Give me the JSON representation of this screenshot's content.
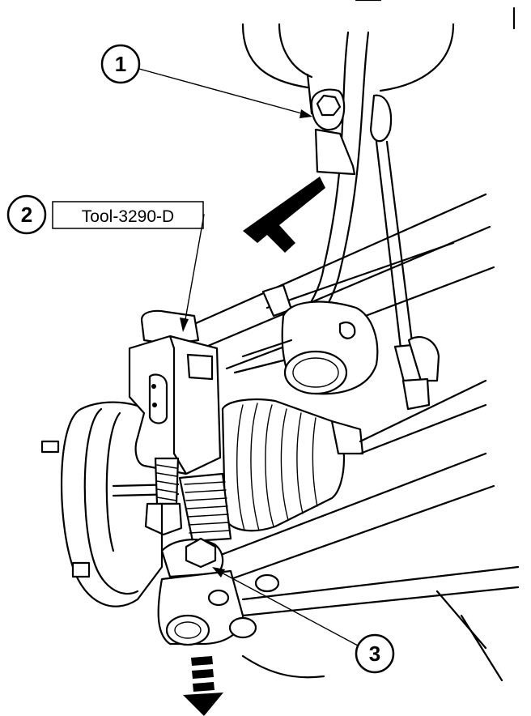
{
  "callouts": [
    {
      "number": "1"
    },
    {
      "number": "2"
    },
    {
      "number": "3"
    }
  ],
  "tool_label": "Tool-3290-D",
  "icons": [
    "push-direction-arrow",
    "pull-direction-arrow"
  ]
}
